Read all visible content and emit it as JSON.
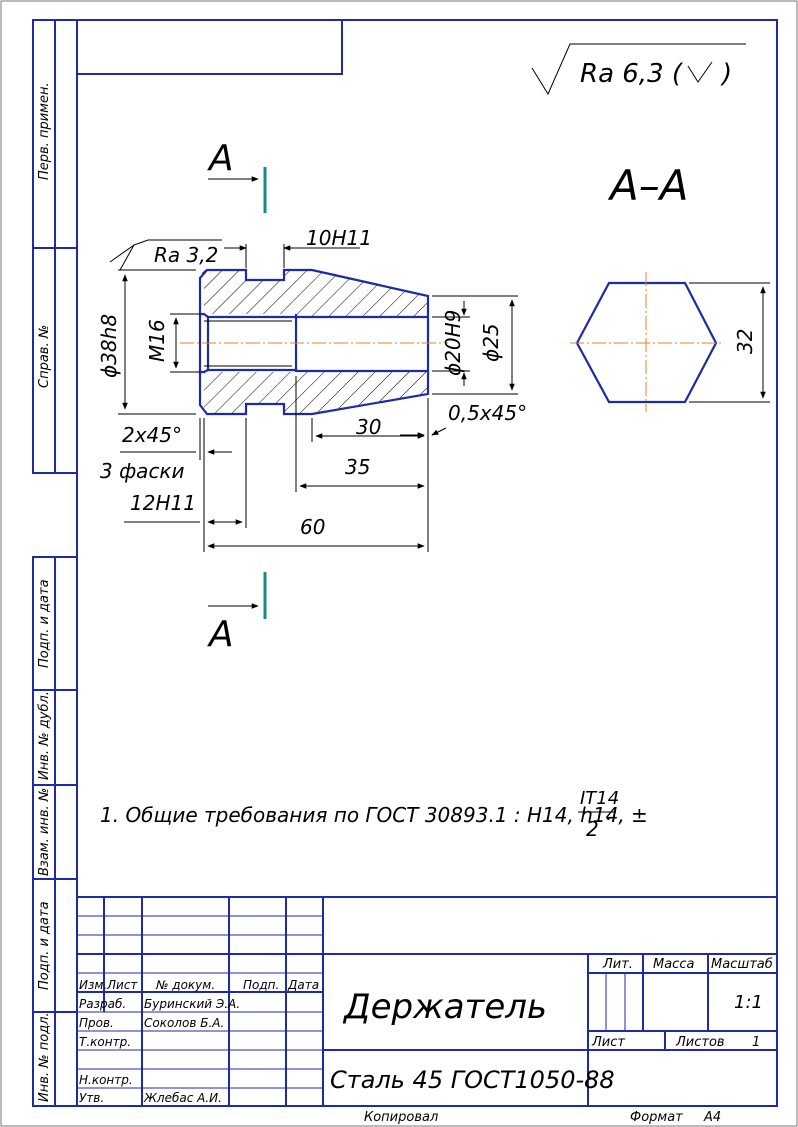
{
  "drawing": {
    "top_roughness": "Ra 6,3 (",
    "top_roughness_close": ")",
    "section_label": "А–А",
    "cut_letter_top": "А",
    "cut_letter_bottom": "А",
    "roughness_local": "Ra 3,2",
    "dim_groove_width": "10Н11",
    "dim_outer_dia": "ϕ38h8",
    "dim_thread": "М16",
    "dim_bore": "ϕ20Н9",
    "dim_cone_dia": "ϕ25",
    "dim_across_flats": "32",
    "dim_chamfer": "2x45°",
    "dim_chamfer_count": "3 фаски",
    "dim_groove_pos": "12Н11",
    "dim_30": "30",
    "dim_35": "35",
    "dim_60": "60",
    "dim_small_chamfer": "0,5x45°",
    "note_text": "1. Общие требования по ГОСТ 30893.1 : Н14, h14, ±",
    "note_frac_num": "IT14",
    "note_frac_den": "2",
    "note_end": "."
  },
  "side_strip": {
    "perv_primen": "Перв. примен.",
    "sprav_no": "Справ. №",
    "podp_data_1": "Подп. и дата",
    "inv_dubl": "Инв. № дубл.",
    "vzam_inv": "Взам. инв. №",
    "podp_data_2": "Подп. и дата",
    "inv_podl": "Инв. № подл."
  },
  "title_block": {
    "hdr_izm": "Изм.",
    "hdr_list": "Лист",
    "hdr_docum": "№ докум.",
    "hdr_podp": "Подп.",
    "hdr_data": "Дата",
    "razrab_label": "Разраб.",
    "razrab_name": "Буринский Э.А.",
    "prov_label": "Пров.",
    "prov_name": "Соколов Б.А.",
    "tkontr_label": "Т.контр.",
    "nkontr_label": "Н.контр.",
    "utv_label": "Утв.",
    "utv_name": "Жлебас А.И.",
    "part_name": "Держатель",
    "material": "Сталь 45 ГОСТ1050-88",
    "lit_label": "Лит.",
    "massa_label": "Масса",
    "masshtab_label": "Масштаб",
    "scale_value": "1:1",
    "list_label": "Лист",
    "listov_label": "Листов",
    "listov_value": "1",
    "kopiroval": "Копировал",
    "format_label": "Формат",
    "format_value": "А4"
  }
}
